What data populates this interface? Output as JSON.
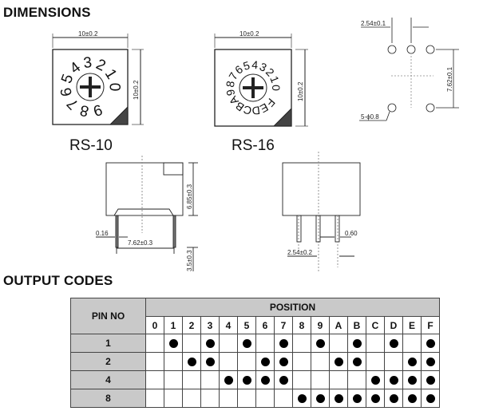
{
  "dimensions": {
    "title": "DIMENSIONS",
    "rs10": {
      "label": "RS-10",
      "width_dim": "10±0.2",
      "height_dim": "10±0.2",
      "digits": [
        "0",
        "1",
        "2",
        "3",
        "4",
        "5",
        "6",
        "7",
        "8",
        "9"
      ]
    },
    "rs16": {
      "label": "RS-16",
      "width_dim": "10±0.2",
      "height_dim": "10±0.2",
      "digits": [
        "0",
        "1",
        "2",
        "3",
        "4",
        "5",
        "6",
        "7",
        "8",
        "9",
        "A",
        "B",
        "C",
        "D",
        "E",
        "F"
      ]
    },
    "footprint": {
      "pitch": "2.54±0.1",
      "row_spacing": "7.62±0.1",
      "hole": "5-ϕ0.8"
    },
    "side_view": {
      "height": "6.85±0.3",
      "pin_thickness": "0.16",
      "pin_spacing": "7.62±0.3",
      "pin_length": "3.5±0.3"
    },
    "front_view": {
      "pin_width": "0.60",
      "pin_pitch": "2.54±0.2"
    }
  },
  "output_codes": {
    "title": "OUTPUT CODES",
    "pin_header": "PIN NO",
    "position_header": "POSITION",
    "positions": [
      "0",
      "1",
      "2",
      "3",
      "4",
      "5",
      "6",
      "7",
      "8",
      "9",
      "A",
      "B",
      "C",
      "D",
      "E",
      "F"
    ],
    "rows": [
      {
        "pin": "1",
        "on": [
          0,
          1,
          0,
          1,
          0,
          1,
          0,
          1,
          0,
          1,
          0,
          1,
          0,
          1,
          0,
          1
        ]
      },
      {
        "pin": "2",
        "on": [
          0,
          0,
          1,
          1,
          0,
          0,
          1,
          1,
          0,
          0,
          1,
          1,
          0,
          0,
          1,
          1
        ]
      },
      {
        "pin": "4",
        "on": [
          0,
          0,
          0,
          0,
          1,
          1,
          1,
          1,
          0,
          0,
          0,
          0,
          1,
          1,
          1,
          1
        ]
      },
      {
        "pin": "8",
        "on": [
          0,
          0,
          0,
          0,
          0,
          0,
          0,
          0,
          1,
          1,
          1,
          1,
          1,
          1,
          1,
          1
        ]
      }
    ]
  }
}
